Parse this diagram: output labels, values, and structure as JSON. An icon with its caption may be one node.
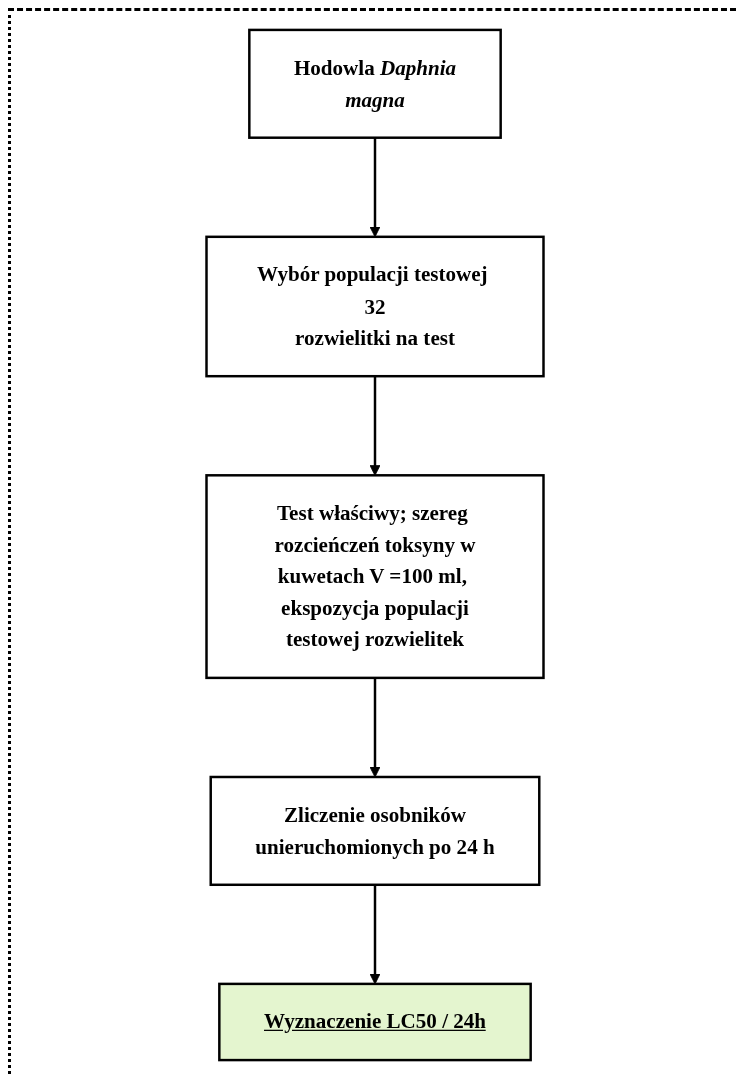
{
  "diagram": {
    "nodes": [
      {
        "text": [
          "Hodowla *Daphnia magna*"
        ]
      },
      {
        "text": [
          "Wybór populacji testowej 32 rozwielitki na test"
        ]
      },
      {
        "text": [
          "Test właściwy; szereg rozcieńczeń toksyny w kuwetach V =100 ml, ekspozycja populacji testowej rozwielitek"
        ]
      },
      {
        "text": [
          "Zliczenie osobników unieruchomionych po 24 h"
        ]
      },
      {
        "text": [
          "Wyznaczenie LC50 / 24h"
        ]
      }
    ],
    "edges": [
      {
        "from": 0,
        "to": 1,
        "arrow": "to"
      },
      {
        "from": 1,
        "to": 2,
        "arrow": "to"
      },
      {
        "from": 2,
        "to": 3,
        "arrow": "to"
      },
      {
        "from": 3,
        "to": 4,
        "arrow": "to"
      }
    ]
  }
}
